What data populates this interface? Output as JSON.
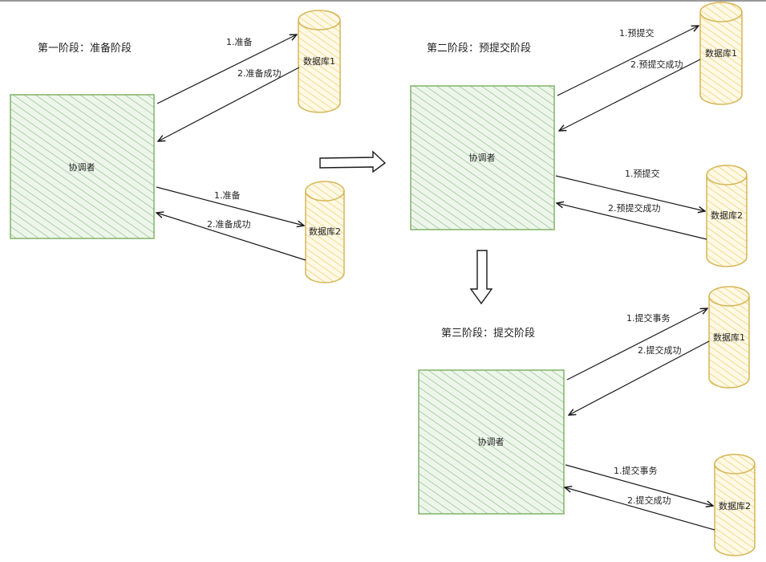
{
  "stages": [
    {
      "title": "第一阶段：准备阶段",
      "coordinator": "协调者",
      "db1": "数据库1",
      "db2": "数据库2",
      "to_db1": "1.准备",
      "from_db1": "2.准备成功",
      "to_db2": "1.准备",
      "from_db2": "2.准备成功"
    },
    {
      "title": "第二阶段：预提交阶段",
      "coordinator": "协调者",
      "db1": "数据库1",
      "db2": "数据库2",
      "to_db1": "1.预提交",
      "from_db1": "2.预提交成功",
      "to_db2": "1.预提交",
      "from_db2": "2.预提交成功"
    },
    {
      "title": "第三阶段：提交阶段",
      "coordinator": "协调者",
      "db1": "数据库1",
      "db2": "数据库2",
      "to_db1": "1.提交事务",
      "from_db1": "2.提交成功",
      "to_db2": "1.提交事务",
      "from_db2": "2.提交成功"
    }
  ],
  "colors": {
    "coordinator_fill": "#d5e8d4",
    "coordinator_stroke": "#82b366",
    "db_fill": "#fff2cc",
    "db_stroke": "#d6b656",
    "arrow": "#1a1a1a"
  }
}
